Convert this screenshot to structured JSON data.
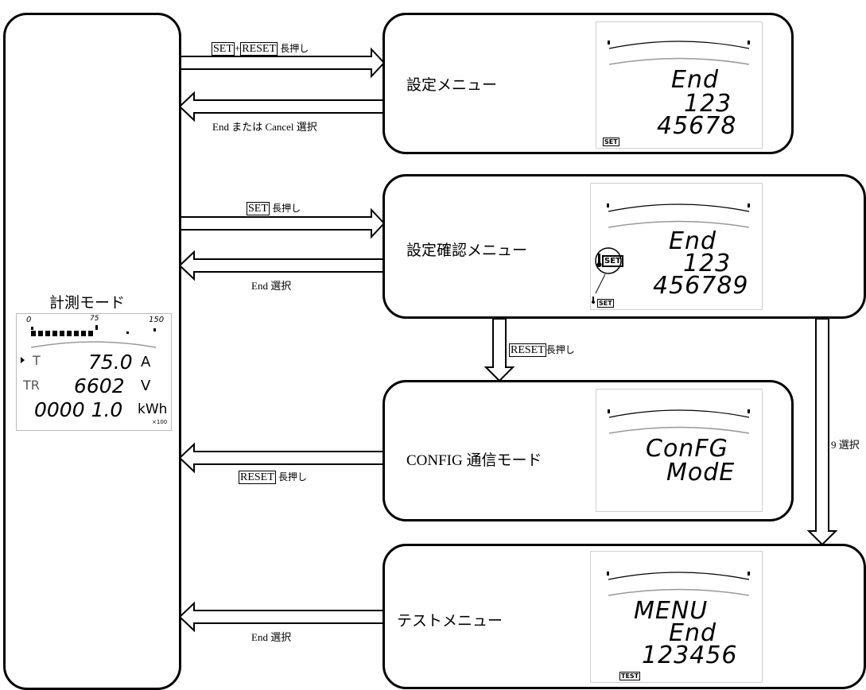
{
  "modes": {
    "measure": {
      "title": "計測モード",
      "scale": [
        "0",
        "75",
        "150"
      ],
      "rows": [
        {
          "label": "T",
          "value": "75.0",
          "unit": "A"
        },
        {
          "label": "TR",
          "value": "6602",
          "unit": "V"
        },
        {
          "label": "",
          "value": "0000 1.0",
          "unit": "kWh"
        }
      ],
      "multiplier": "×100"
    },
    "settings_menu": {
      "title": "設定メニュー",
      "display": [
        "End",
        "123",
        "45678"
      ],
      "indicator": "SET"
    },
    "settings_check_menu": {
      "title": "設定確認メニュー",
      "display": [
        "End",
        "123",
        "456789"
      ],
      "indicator": "SET",
      "callout": "SET"
    },
    "config_mode": {
      "title": "CONFIG 通信モード",
      "display": [
        "ConFG",
        "ModE"
      ]
    },
    "test_menu": {
      "title": "テストメニュー",
      "display": [
        "MENU",
        "End",
        "123456"
      ],
      "indicator": "TEST"
    }
  },
  "transitions": {
    "to_settings_key1": "SET",
    "to_settings_plus": "+",
    "to_settings_key2": "RESET",
    "to_settings_suffix": "長押し",
    "from_settings": "End または Cancel 選択",
    "to_check_key": "SET",
    "to_check_suffix": "長押し",
    "from_check": "End 選択",
    "to_config_key": "RESET",
    "to_config_suffix": "長押し",
    "from_config_key": "RESET",
    "from_config_suffix": "長押し",
    "to_test": "9 選択",
    "from_test": "End 選択"
  }
}
